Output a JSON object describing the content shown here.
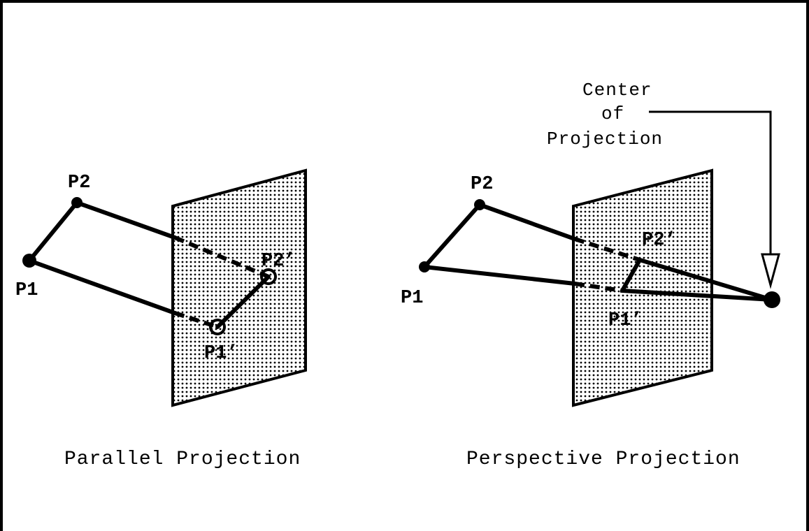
{
  "parallel": {
    "p1_label": "P1",
    "p2_label": "P2",
    "p1_proj_label": "P1’",
    "p2_proj_label": "P2’",
    "caption": "Parallel Projection"
  },
  "perspective": {
    "p1_label": "P1",
    "p2_label": "P2",
    "p1_proj_label": "P1’",
    "p2_proj_label": "P2‘",
    "center_line1": "Center",
    "center_line2": "of",
    "center_line3": "Projection",
    "caption": "Perspective Projection"
  },
  "colors": {
    "ink": "#000000",
    "background": "#ffffff"
  }
}
